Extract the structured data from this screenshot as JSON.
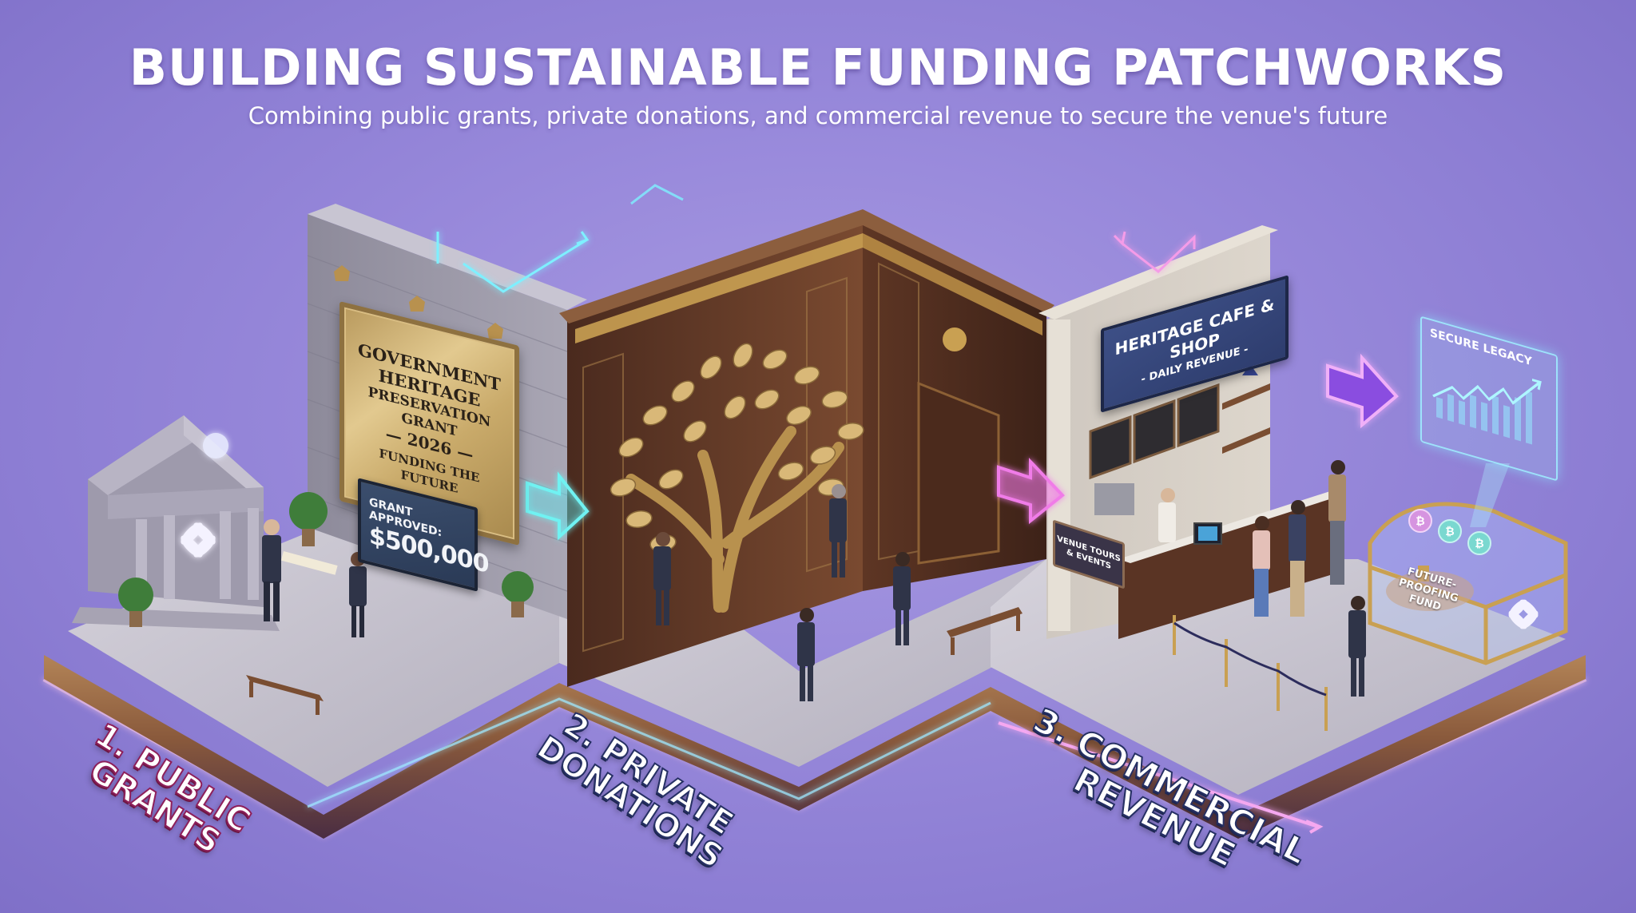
{
  "header": {
    "title": "BUILDING SUSTAINABLE FUNDING PATCHWORKS",
    "subtitle": "Combining public grants, private donations, and commercial revenue to secure the venue's future"
  },
  "zones": [
    {
      "label_line1": "1. PUBLIC",
      "label_line2": "GRANTS",
      "accent": "#f0a8c8",
      "plaque": {
        "line1": "GOVERNMENT",
        "line2": "HERITAGE",
        "line3": "PRESERVATION GRANT",
        "line4": "— 2026 —",
        "line5": "FUNDING THE FUTURE"
      },
      "screen": {
        "label": "GRANT APPROVED:",
        "amount": "$500,000"
      },
      "icons": [
        "government-building-icon",
        "seal-icon",
        "four-petal-logo-icon",
        "wall-lamp-icon",
        "topiary-tree-icon",
        "bench-icon"
      ]
    },
    {
      "label_line1": "2. PRIVATE",
      "label_line2": "DONATIONS",
      "accent": "#7fe8f0",
      "icons": [
        "donor-tree-icon",
        "wooden-door-icon",
        "medallion-icon",
        "bench-icon"
      ]
    },
    {
      "label_line1": "3. COMMERCIAL",
      "label_line2": "REVENUE",
      "accent": "#e88cf0",
      "cafe_sign": {
        "title": "HERITAGE CAFE & SHOP",
        "subtitle": "- DAILY REVENUE -"
      },
      "tours_sign": {
        "line1": "VENUE TOURS",
        "line2": "& EVENTS"
      },
      "icons": [
        "menu-board-icon",
        "espresso-machine-icon",
        "pos-terminal-icon",
        "stanchion-rope-icon",
        "pendant-lamp-icon"
      ]
    }
  ],
  "future": {
    "panel_title": "SECURE LEGACY",
    "chest_label_line1": "FUTURE-PROOFING",
    "chest_label_line2": "FUND",
    "icons": [
      "rising-chart-icon",
      "treasure-chest-icon",
      "bitcoin-coin-icon",
      "four-petal-logo-icon"
    ]
  },
  "arrows": [
    {
      "name": "cyan-neon-arrow",
      "color": "#6ff2f2"
    },
    {
      "name": "magenta-neon-arrow",
      "color": "#f07ce8"
    },
    {
      "name": "violet-neon-arrow",
      "color": "#a060f0"
    }
  ],
  "colors": {
    "background": "#9a8bdc",
    "stone": "#b9b5c2",
    "wood_panel": "#6b3f2a",
    "gold": "#c9aa6a",
    "floor": "#c7c4cc",
    "platform_edge": "#5b3a52"
  }
}
